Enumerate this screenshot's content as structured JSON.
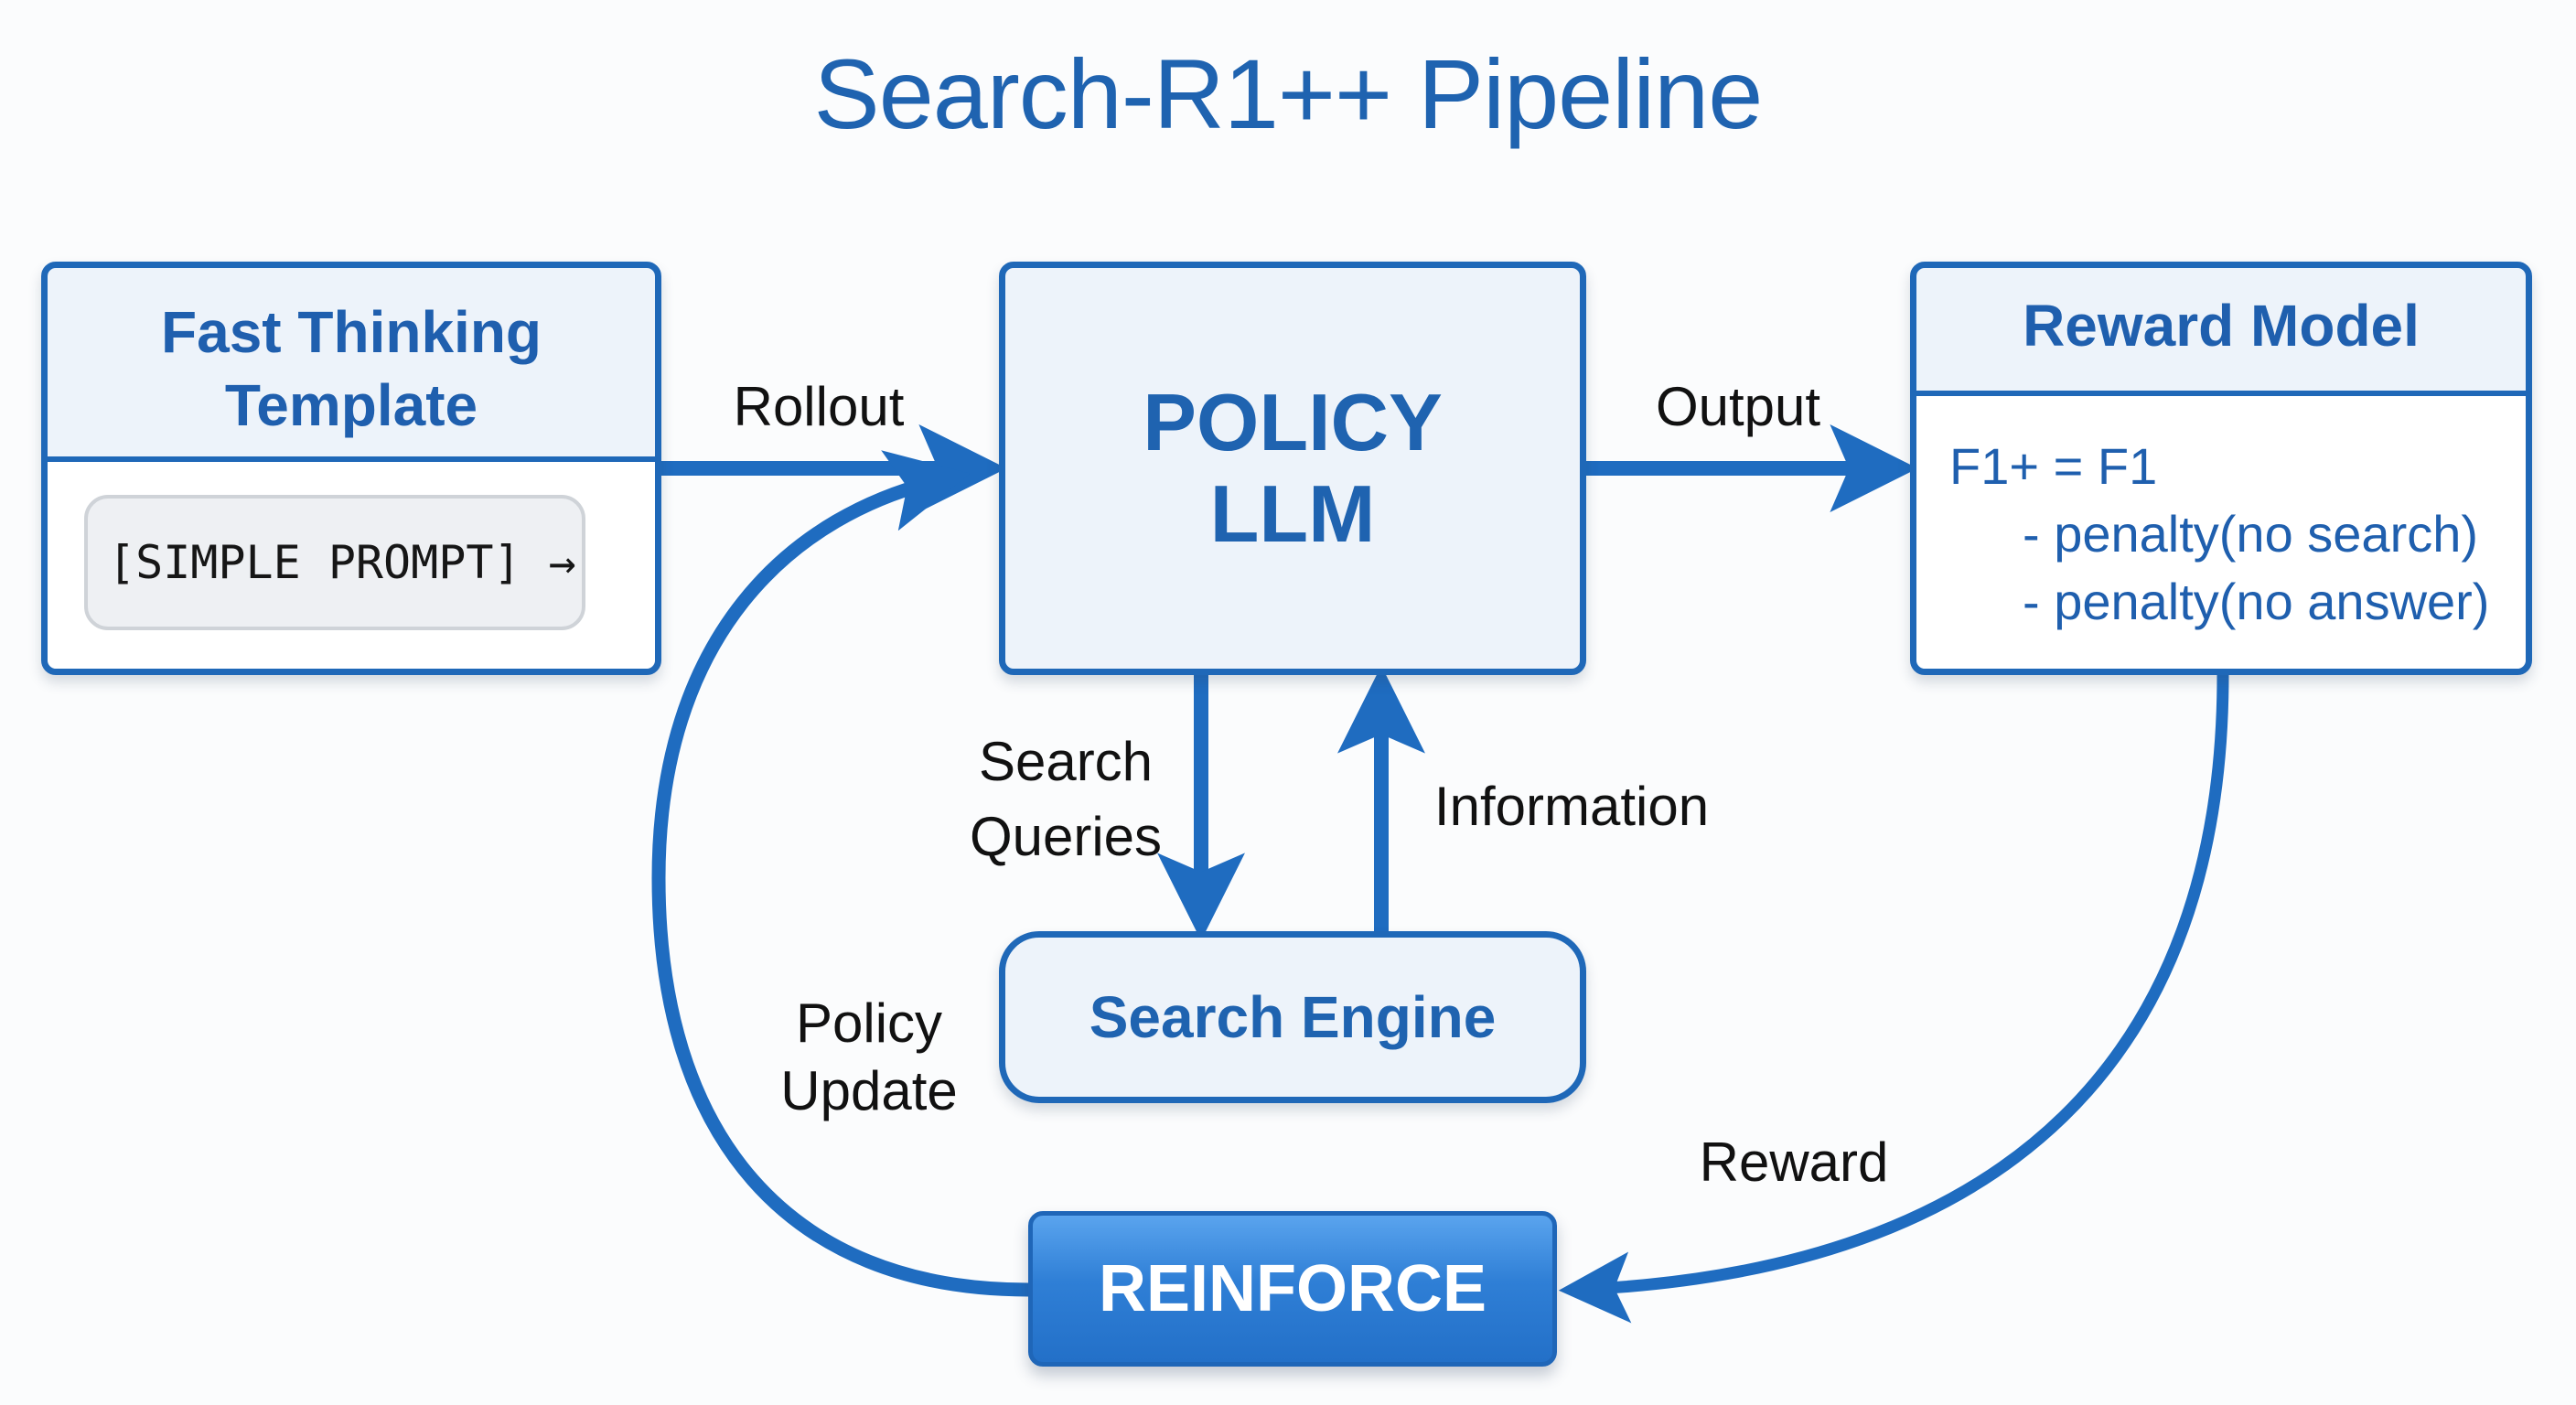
{
  "title": "Search-R1++ Pipeline",
  "nodes": {
    "fast_thinking": {
      "title_line1": "Fast Thinking",
      "title_line2": "Template",
      "prompt": "[SIMPLE PROMPT] →"
    },
    "policy": {
      "line1": "POLICY",
      "line2": "LLM"
    },
    "reward_model": {
      "title": "Reward Model",
      "formula": "F1+ = F1",
      "terms": [
        "- penalty(no search)",
        "- penalty(no answer)"
      ]
    },
    "search_engine": {
      "label": "Search Engine"
    },
    "reinforce": {
      "label": "REINFORCE"
    }
  },
  "edges": {
    "rollout": "Rollout",
    "output": "Output",
    "search_queries_1": "Search",
    "search_queries_2": "Queries",
    "information": "Information",
    "policy_update_1": "Policy",
    "policy_update_2": "Update",
    "reward": "Reward"
  },
  "colors": {
    "accent": "#1f68b8",
    "box_fill": "#edf3fa",
    "reinforce_fill": "#2f7fd6"
  }
}
